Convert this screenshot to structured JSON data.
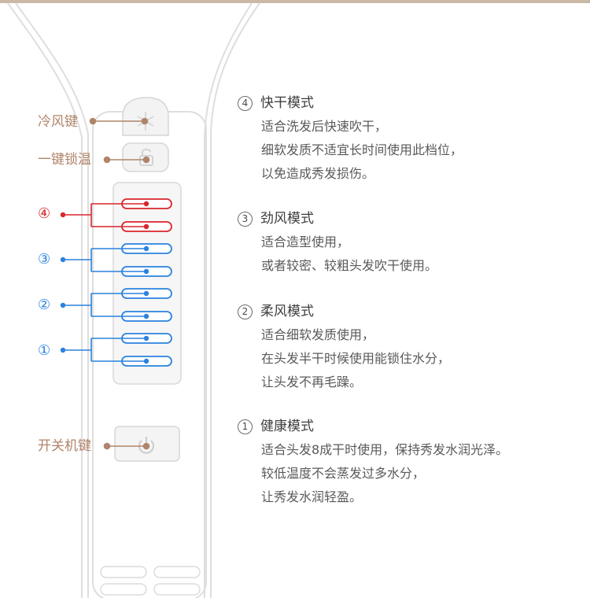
{
  "labels": {
    "cool_wind": "冷风键",
    "temp_lock": "一键锁温",
    "power": "开关机键",
    "level4": "④",
    "level3": "③",
    "level2": "②",
    "level1": "①"
  },
  "colors": {
    "label": "#b0846a",
    "level4": "#d9252b",
    "levels": "#2a82de",
    "outline": "#d8d8d8"
  },
  "icons": [
    "snowflake-icon",
    "lock-icon",
    "power-icon"
  ],
  "modes": [
    {
      "num": "4",
      "title": "快干模式",
      "lines": [
        "适合洗发后快速吹干，",
        "细软发质不适宜长时间使用此档位，",
        "以免造成秀发损伤。"
      ]
    },
    {
      "num": "3",
      "title": "劲风模式",
      "lines": [
        "适合造型使用，",
        "或者较密、较粗头发吹干使用。"
      ]
    },
    {
      "num": "2",
      "title": "柔风模式",
      "lines": [
        "适合细软发质使用，",
        "在头发半干时候使用能锁住水分，",
        "让头发不再毛躁。"
      ]
    },
    {
      "num": "1",
      "title": "健康模式",
      "lines": [
        "适合头发8成干时使用，保持秀发水润光泽。",
        "较低温度不会蒸发过多水分，",
        "让秀发水润轻盈。"
      ]
    }
  ]
}
